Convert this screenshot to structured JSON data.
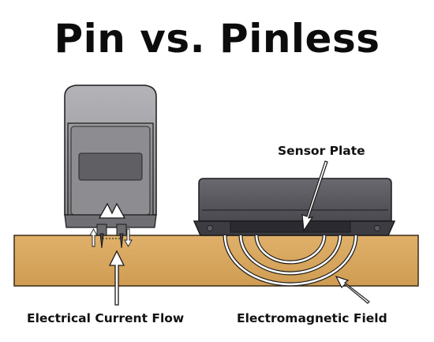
{
  "title": "Pin vs. Pinless",
  "labels": {
    "sensor_plate": "Sensor Plate",
    "electrical_current_flow": "Electrical Current Flow",
    "electromagnetic_field": "Electromagnetic Field"
  },
  "colors": {
    "wood_fill": "#d8a75f",
    "wood_outline": "#3a2a14",
    "pin_meter_body": "#8a8a8e",
    "pinless_meter_body": "#4b4a4f",
    "arrow_fill": "#ffffff",
    "outline": "#1a1a1a"
  }
}
